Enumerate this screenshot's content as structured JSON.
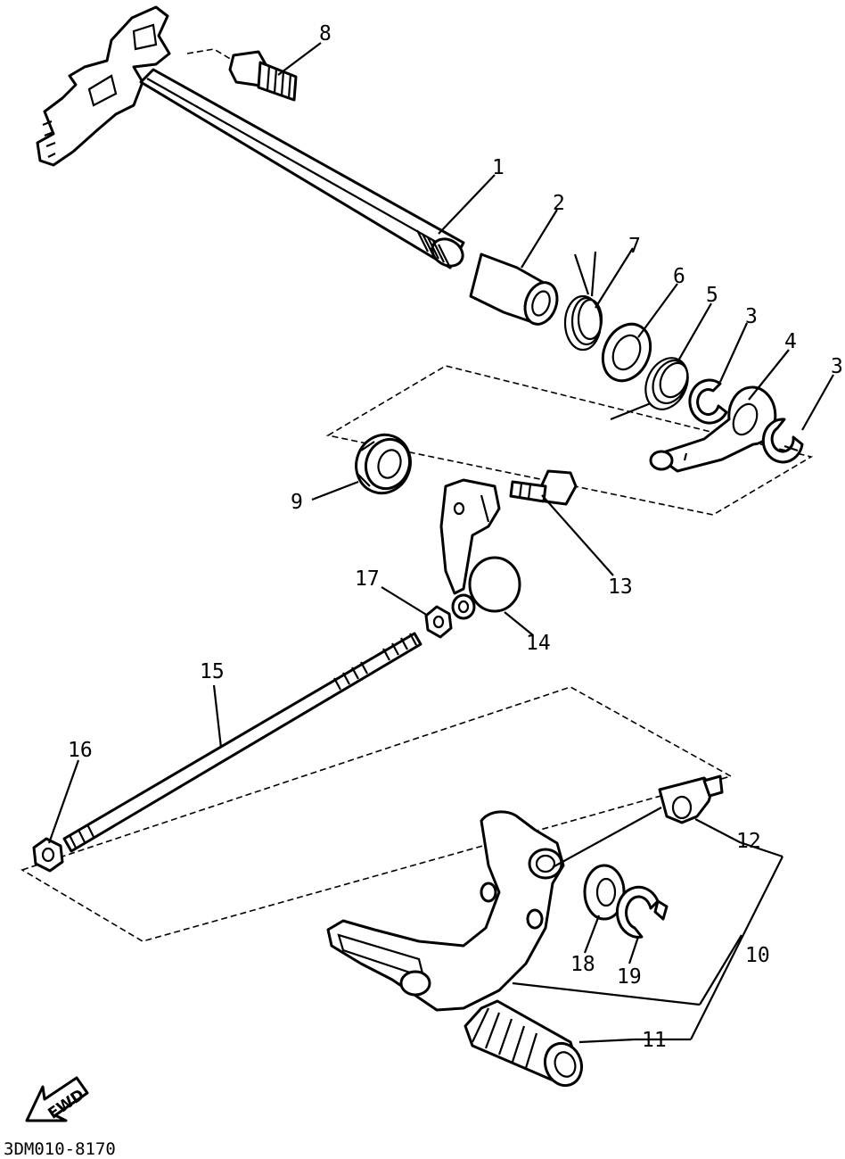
{
  "diagram_code": "3DM010-8170",
  "fwd_label": "FWD",
  "callouts": [
    {
      "id": "c1",
      "label": "1"
    },
    {
      "id": "c2",
      "label": "2"
    },
    {
      "id": "c3a",
      "label": "3"
    },
    {
      "id": "c3b",
      "label": "3"
    },
    {
      "id": "c4",
      "label": "4"
    },
    {
      "id": "c5",
      "label": "5"
    },
    {
      "id": "c6",
      "label": "6"
    },
    {
      "id": "c7",
      "label": "7"
    },
    {
      "id": "c8",
      "label": "8"
    },
    {
      "id": "c9",
      "label": "9"
    },
    {
      "id": "c10",
      "label": "10"
    },
    {
      "id": "c11",
      "label": "11"
    },
    {
      "id": "c12",
      "label": "12"
    },
    {
      "id": "c13",
      "label": "13"
    },
    {
      "id": "c14",
      "label": "14"
    },
    {
      "id": "c15",
      "label": "15"
    },
    {
      "id": "c16",
      "label": "16"
    },
    {
      "id": "c17",
      "label": "17"
    },
    {
      "id": "c18",
      "label": "18"
    },
    {
      "id": "c19",
      "label": "19"
    }
  ]
}
